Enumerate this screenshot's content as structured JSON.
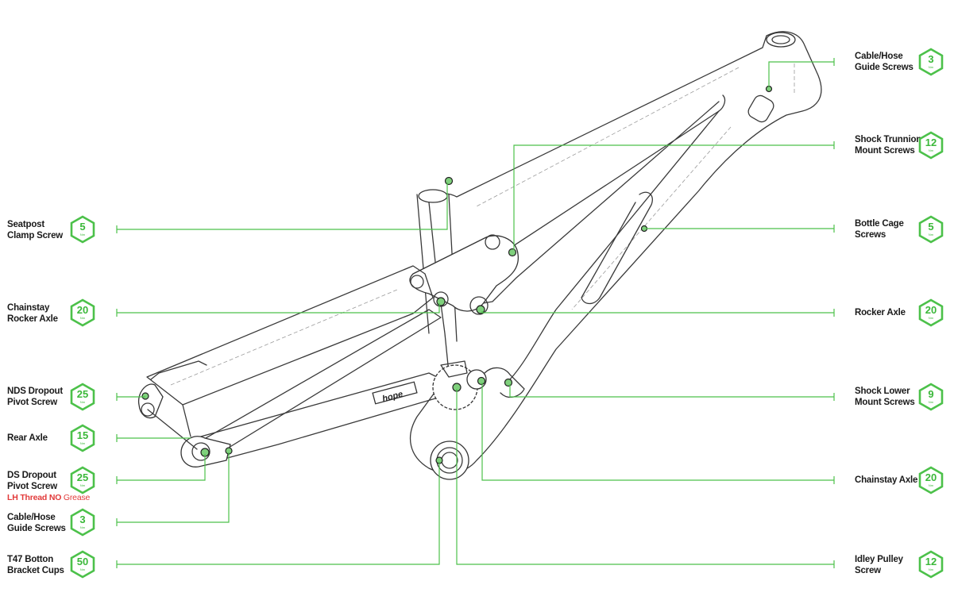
{
  "colors": {
    "accent": "#4cc14a",
    "warning": "#e23a3a",
    "text": "#1a1a1a"
  },
  "left_callouts": [
    {
      "id": "seatpost",
      "lines": [
        "Seatpost",
        "Clamp Screw"
      ],
      "torque": "5",
      "unit": "Nm"
    },
    {
      "id": "chainstay-rocker",
      "lines": [
        "Chainstay",
        "Rocker Axle"
      ],
      "torque": "20",
      "unit": "Nm"
    },
    {
      "id": "nds-dropout",
      "lines": [
        "NDS Dropout",
        "Pivot Screw"
      ],
      "torque": "25",
      "unit": "Nm"
    },
    {
      "id": "rear-axle",
      "lines": [
        "Rear Axle"
      ],
      "torque": "15",
      "unit": "Nm"
    },
    {
      "id": "ds-dropout",
      "lines": [
        "DS Dropout",
        "Pivot Screw"
      ],
      "torque": "25",
      "unit": "Nm",
      "warning": {
        "bold": "LH Thread NO",
        "normal": " Grease"
      }
    },
    {
      "id": "cable-hose-left",
      "lines": [
        "Cable/Hose",
        "Guide Screws"
      ],
      "torque": "3",
      "unit": "Nm"
    },
    {
      "id": "t47-bb",
      "lines": [
        "T47 Botton",
        "Bracket Cups"
      ],
      "torque": "50",
      "unit": "Nm"
    }
  ],
  "right_callouts": [
    {
      "id": "cable-hose-right",
      "lines": [
        "Cable/Hose",
        "Guide Screws"
      ],
      "torque": "3",
      "unit": "Nm"
    },
    {
      "id": "shock-trunnion",
      "lines": [
        "Shock Trunnion",
        "Mount Screws"
      ],
      "torque": "12",
      "unit": "Nm"
    },
    {
      "id": "bottle-cage",
      "lines": [
        "Bottle Cage",
        "Screws"
      ],
      "torque": "5",
      "unit": "Nm"
    },
    {
      "id": "rocker-axle",
      "lines": [
        "Rocker Axle"
      ],
      "torque": "20",
      "unit": "Nm"
    },
    {
      "id": "shock-lower",
      "lines": [
        "Shock Lower",
        "Mount Screws"
      ],
      "torque": "9",
      "unit": "Nm"
    },
    {
      "id": "chainstay-axle",
      "lines": [
        "Chainstay Axle"
      ],
      "torque": "20",
      "unit": "Nm"
    },
    {
      "id": "idler-pulley",
      "lines": [
        "Idley Pulley",
        "Screw"
      ],
      "torque": "12",
      "unit": "Nm"
    }
  ],
  "frame": {
    "logo_text": "hope"
  }
}
